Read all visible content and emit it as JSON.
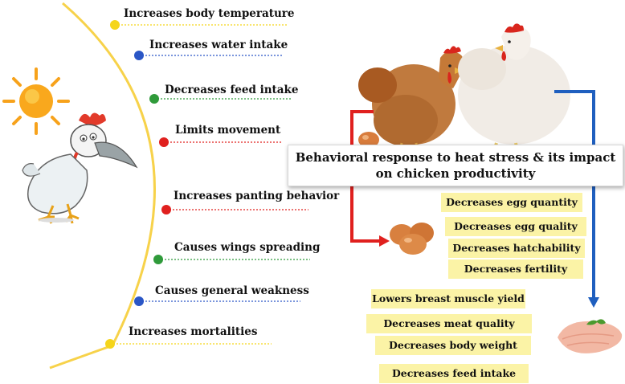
{
  "title": "Behavioral response to heat stress & its impact on chicken productivity",
  "behaviors": [
    {
      "label": "Increases body temperature",
      "color": "#f5d51a"
    },
    {
      "label": "Increases water intake",
      "color": "#2a56c6"
    },
    {
      "label": "Decreases feed intake",
      "color": "#2f9a3a"
    },
    {
      "label": "Limits movement",
      "color": "#e0201e"
    },
    {
      "label": "Increases panting behavior",
      "color": "#e0201e"
    },
    {
      "label": "Causes wings spreading",
      "color": "#2f9a3a"
    },
    {
      "label": "Causes general weakness",
      "color": "#2a56c6"
    },
    {
      "label": "Increases mortalities",
      "color": "#f5d51a"
    }
  ],
  "egg_impacts": [
    "Decreases  egg quantity",
    "Decreases egg quality",
    "Decreases hatchability",
    "Decreases fertility"
  ],
  "meat_impacts": [
    "Lowers breast muscle yield",
    "Decreases meat quality",
    "Decreases body weight",
    "Decreases feed intake"
  ],
  "icons": [
    "sun-icon",
    "heat-stressed-chicken-icon",
    "brown-hen-icon",
    "white-hen-icon",
    "egg-icon",
    "eggs-icon",
    "chicken-breast-icon"
  ],
  "colors": {
    "arc": "#f7d24a",
    "egg_arrow": "#e0201e",
    "meat_arrow": "#1f5fbf",
    "box_fill": "#fbf3a6"
  }
}
